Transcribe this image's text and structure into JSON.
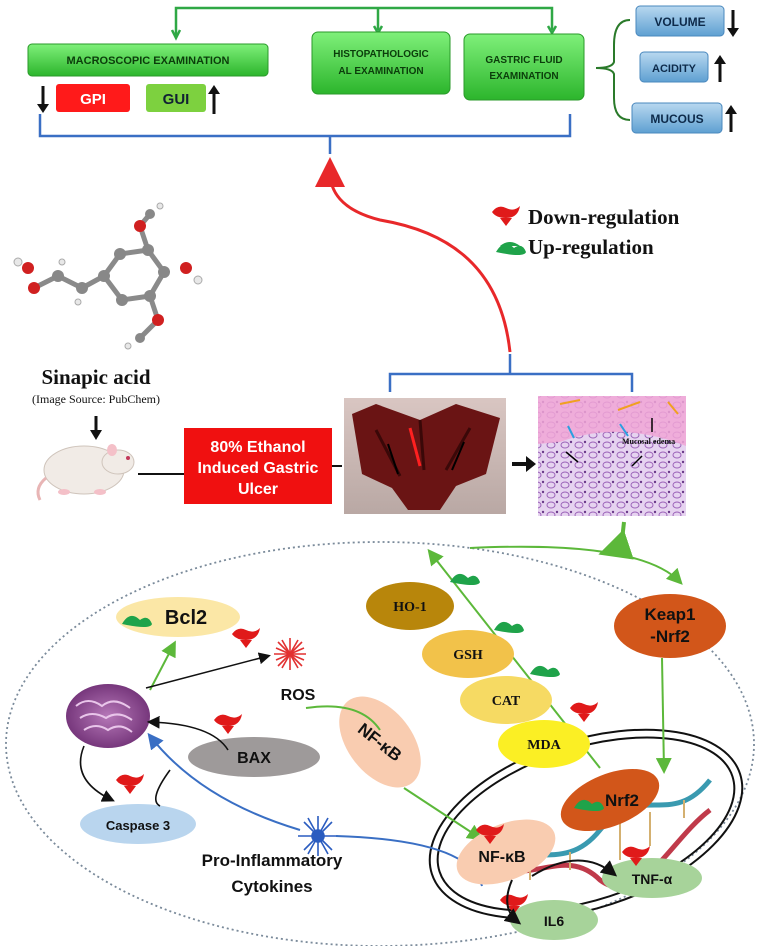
{
  "top": {
    "macro": "MACROSCOPIC EXAMINATION",
    "gpi": "GPI",
    "gui": "GUI",
    "histo_line1": "HISTOPATHOLOGIC",
    "histo_line2": "AL EXAMINATION",
    "gastric_line1": "GASTRIC  FLUID",
    "gastric_line2": "EXAMINATION",
    "volume": "VOLUME",
    "acidity": "ACIDITY",
    "mucous": "MUCOUS"
  },
  "legend": {
    "down": "Down-regulation",
    "up": "Up-regulation"
  },
  "compound": {
    "name": "Sinapic acid",
    "source": "(Image Source: PubChem)"
  },
  "model": {
    "line1": "80% Ethanol",
    "line2": "Induced Gastric",
    "line3": "Ulcer"
  },
  "histology": {
    "edema": "Mucosal edema"
  },
  "cell": {
    "bcl2": "Bcl2",
    "ros": "ROS",
    "bax": "BAX",
    "caspase": "Caspase 3",
    "nfkb1": "NF-κB",
    "nfkb2": "NF-κB",
    "cytokines_line1": "Pro-Inflammatory",
    "cytokines_line2": "Cytokines",
    "ho1": "HO-1",
    "gsh": "GSH",
    "cat": "CAT",
    "mda": "MDA",
    "keap_line1": "Keap1",
    "keap_line2": "-Nrf2",
    "nrf2": "Nrf2",
    "tnf": "TNF-α",
    "il6": "IL6"
  },
  "colors": {
    "green_box": "#3ecf3e",
    "bracket_blue": "#3a6fc4",
    "red_arrow": "#e8282a",
    "green_arrow": "#5cb83a",
    "down_marker": "#e01a1a",
    "up_marker": "#1fa34a"
  }
}
